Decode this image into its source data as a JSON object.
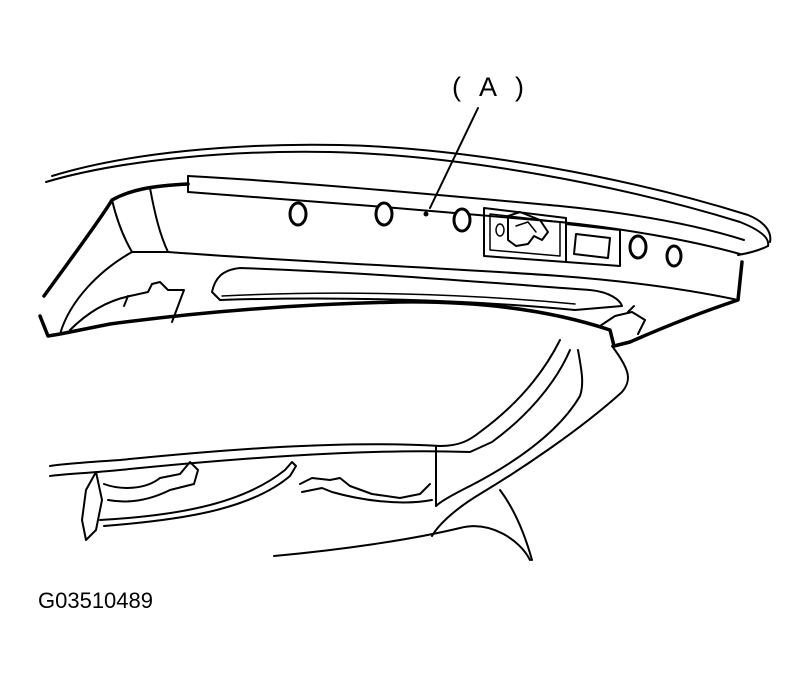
{
  "diagram": {
    "callout": "( A )",
    "figure_code": "G03510489",
    "parts": {
      "A": "trunk-lid-latch-area"
    }
  }
}
